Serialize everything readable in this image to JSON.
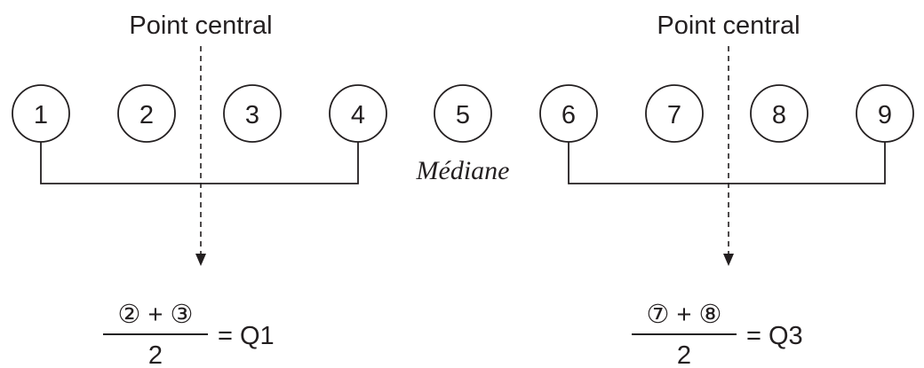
{
  "headings": {
    "left": "Point central",
    "right": "Point central"
  },
  "median_label": "Médiane",
  "circles": [
    "1",
    "2",
    "3",
    "4",
    "5",
    "6",
    "7",
    "8",
    "9"
  ],
  "formulas": {
    "q1": {
      "numerator": "② + ③",
      "denominator": "2",
      "result": "= Q1"
    },
    "q3": {
      "numerator": "⑦ + ⑧",
      "denominator": "2",
      "result": "= Q3"
    }
  },
  "colors": {
    "ink": "#231f20",
    "background": "#ffffff"
  }
}
